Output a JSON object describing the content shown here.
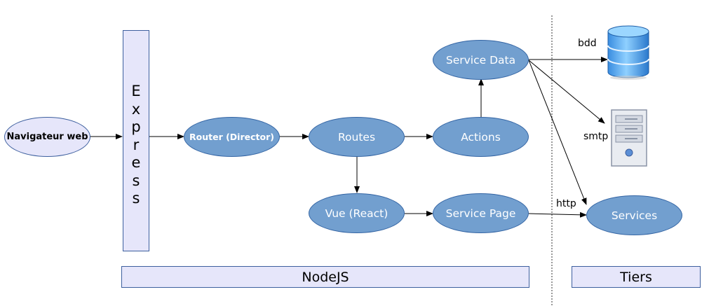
{
  "nodes": {
    "navigateur": "Navigateur web",
    "router": "Router (Director)",
    "routes": "Routes",
    "actions": "Actions",
    "service_data": "Service Data",
    "vue": "Vue (React)",
    "service_page": "Service Page",
    "services": "Services"
  },
  "express": {
    "letters": [
      "E",
      "x",
      "p",
      "r",
      "e",
      "s",
      "s"
    ]
  },
  "bars": {
    "nodejs": "NodeJS",
    "tiers": "Tiers"
  },
  "edge_labels": {
    "bdd": "bdd",
    "smtp": "smtp",
    "http": "http"
  },
  "icons": {
    "database": "database-icon",
    "server": "server-icon"
  },
  "colors": {
    "node_fill": "#729fcf",
    "node_border": "#3465a4",
    "bar_fill": "#e6e6fa",
    "bar_border": "#3d5f9e"
  }
}
